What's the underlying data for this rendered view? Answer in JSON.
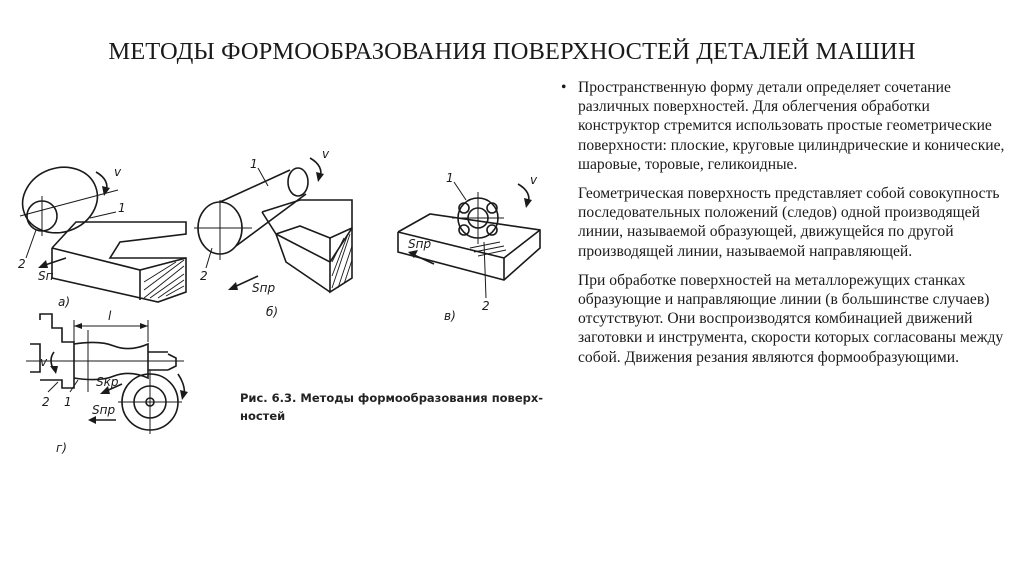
{
  "slide": {
    "title": "МЕТОДЫ ФОРМООБРАЗОВАНИЯ ПОВЕРХНОСТЕЙ ДЕТАЛЕЙ МАШИН",
    "bullet_char": "•",
    "paragraphs": [
      "Пространственную форму детали определяет сочетание различных поверхностей. Для облегчения обработки конструктор стремится использовать простые геометрические поверхности: плоские, круговые цилиндрические и конические, шаровые, торовые, геликоидные.",
      "Геометрическая поверхность представляет собой совокупность последовательных положений (следов) одной производящей линии, называемой образующей, движущейся по другой производящей линии, называемой направляющей.",
      "При обработке поверхностей на металлорежущих станках образующие и направляющие линии (в большинстве случаев) отсутствуют. Они воспроизводятся комбинацией движений заготовки и инструмента, скорости которых согласованы между собой. Движения резания являются формообразующими."
    ]
  },
  "figure": {
    "caption_line1": "Рис. 6.3. Методы формообразования поверх-",
    "caption_line2": "ностей",
    "sub_a": "а)",
    "sub_b": "б)",
    "sub_v": "в)",
    "sub_g": "г)",
    "label_1": "1",
    "label_2": "2",
    "label_v": "v",
    "label_l": "l",
    "label_sn": "Sп",
    "label_snp": "Sпр",
    "label_skr": "Sкр"
  }
}
